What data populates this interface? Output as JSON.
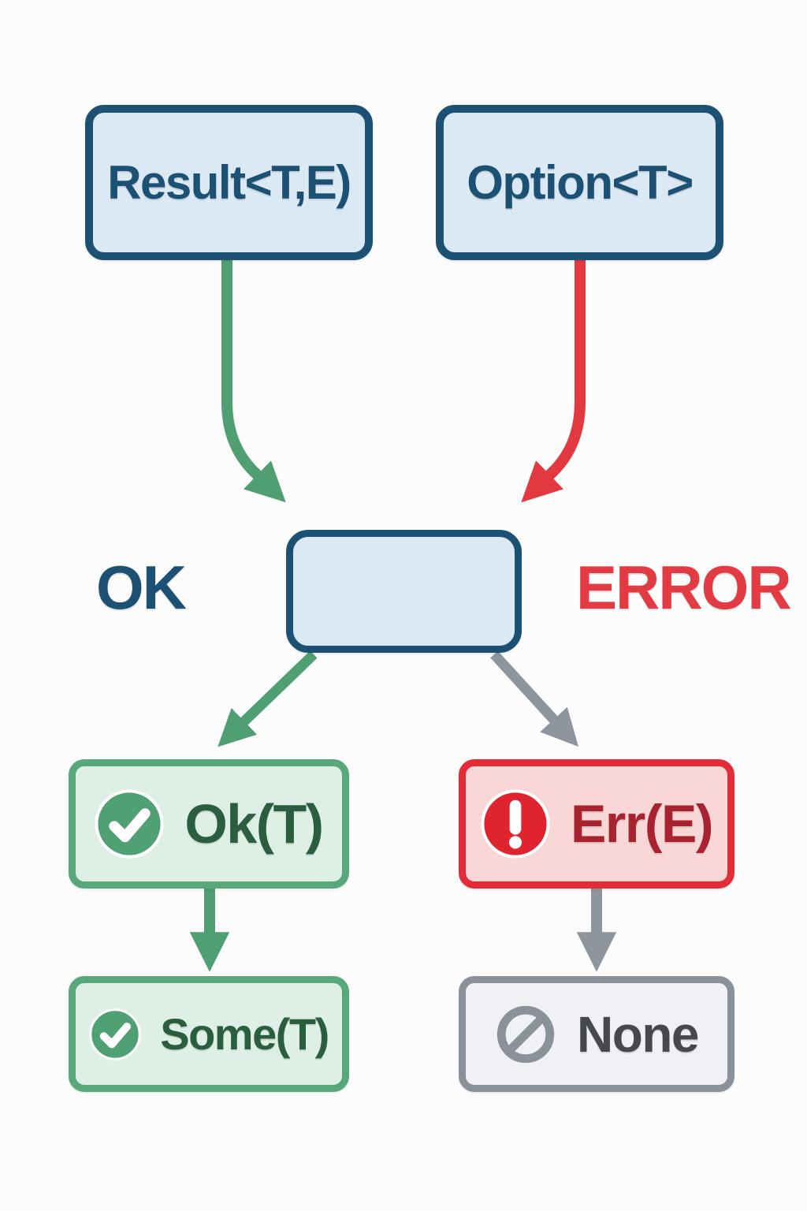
{
  "diagram": {
    "title_implied": "Result and Option control flow",
    "colors": {
      "background": "#fcfcfd",
      "navy": "#1d5174",
      "light_blue": "#dbe9f5",
      "green": "#4f9f72",
      "light_green": "#def0e5",
      "dark_green": "#2a5e3e",
      "red": "#e22d38",
      "light_red": "#f9d7d7",
      "dark_red": "#a7232f",
      "gray": "#8e959c",
      "light_gray": "#f0f1f4",
      "dark_gray": "#45494e"
    },
    "nodes": {
      "result": {
        "label": "Result<T,E)",
        "style": "blue"
      },
      "option": {
        "label": "Option<T>",
        "style": "blue"
      },
      "match": {
        "label": "",
        "style": "blue"
      },
      "ok": {
        "label": "Ok(T)",
        "icon": "check-circle-icon",
        "style": "green"
      },
      "err": {
        "label": "Err(E)",
        "icon": "exclamation-circle-icon",
        "style": "red"
      },
      "some": {
        "label": "Some(T)",
        "icon": "check-circle-icon",
        "style": "green"
      },
      "none": {
        "label": "None",
        "icon": "prohibition-icon",
        "style": "gray"
      }
    },
    "annotations": {
      "ok_label": "OK",
      "error_label": "ERROR"
    },
    "edges": [
      {
        "from": "result",
        "to": "match",
        "color": "green",
        "shape": "down-then-curve-right"
      },
      {
        "from": "option",
        "to": "match",
        "color": "red",
        "shape": "down-then-curve-left"
      },
      {
        "from": "match",
        "to": "ok",
        "color": "green",
        "shape": "diagonal-down-left"
      },
      {
        "from": "match",
        "to": "err",
        "color": "gray",
        "shape": "diagonal-down-right"
      },
      {
        "from": "ok",
        "to": "some",
        "color": "green",
        "shape": "straight-down"
      },
      {
        "from": "err",
        "to": "none",
        "color": "gray",
        "shape": "straight-down"
      }
    ]
  }
}
